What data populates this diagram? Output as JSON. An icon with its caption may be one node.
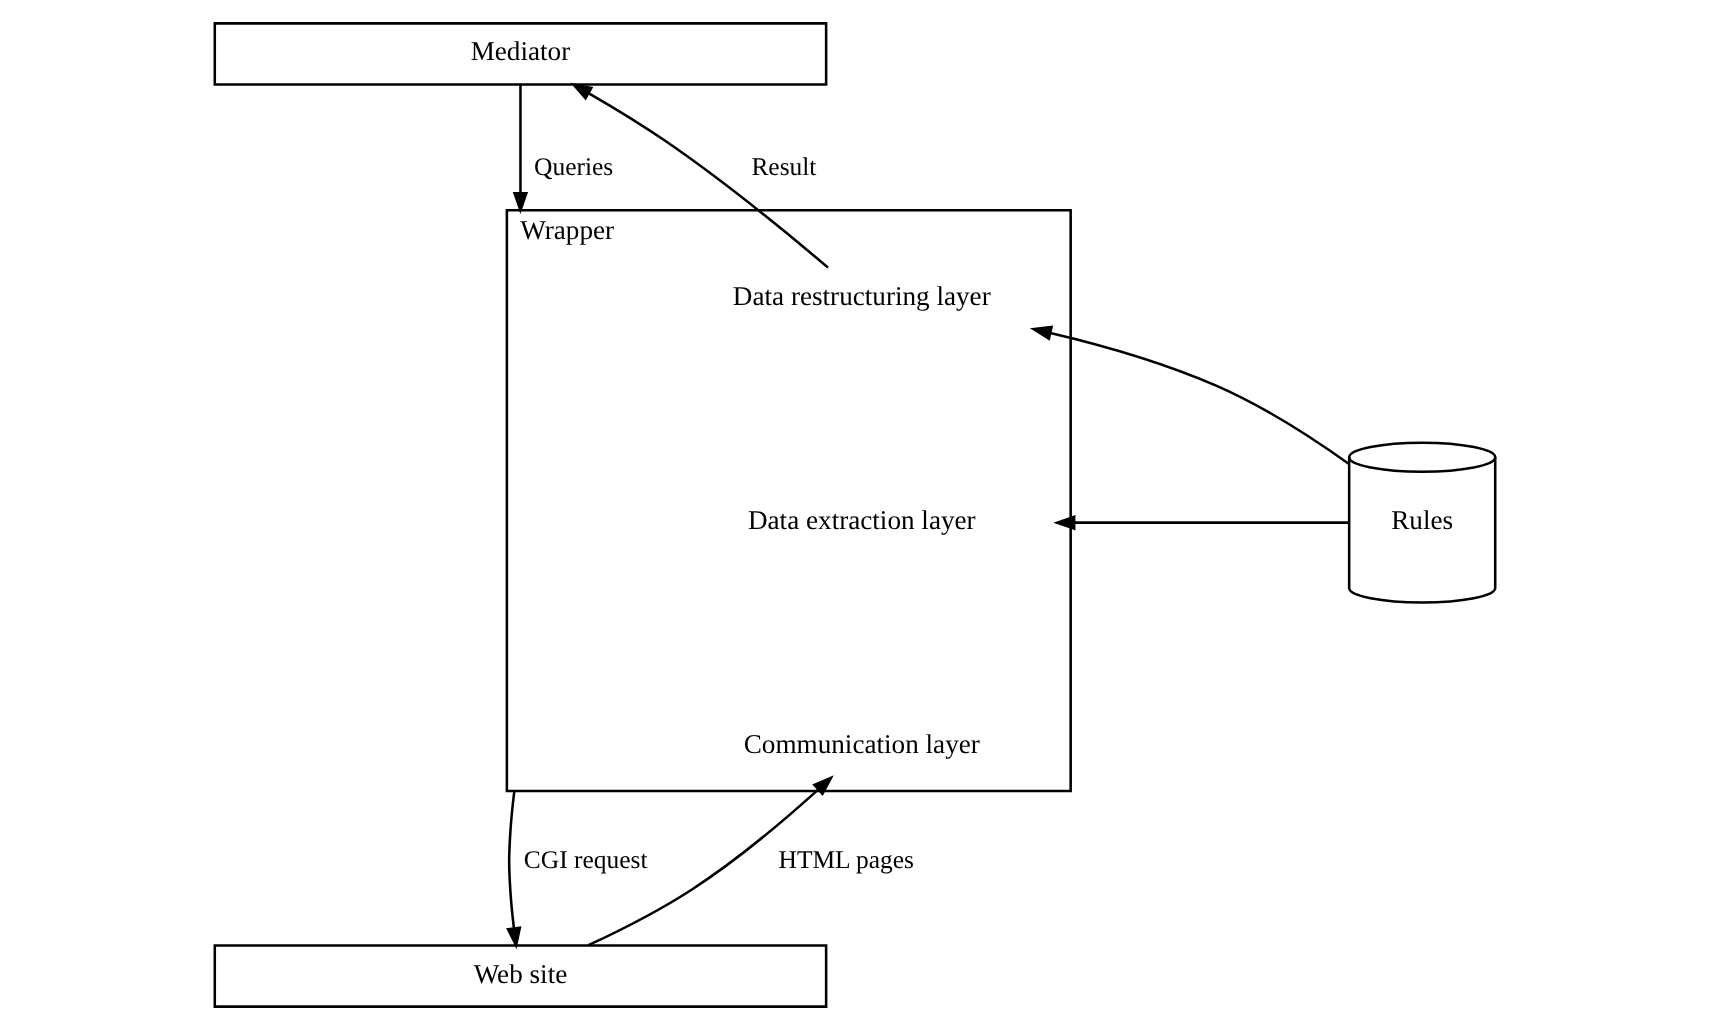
{
  "diagram": {
    "nodes": [
      {
        "text": [
          "Mediator"
        ]
      },
      {
        "text": [
          "Wrapper"
        ]
      },
      {
        "text": [
          "Data restructuring layer"
        ],
        "in": 1
      },
      {
        "text": [
          "Data extraction layer"
        ],
        "in": 1
      },
      {
        "text": [
          "Communication layer"
        ],
        "in": 1
      },
      {
        "text": [
          "Rules"
        ]
      },
      {
        "text": [
          "Web site"
        ]
      }
    ],
    "edges": [
      {
        "from": 0,
        "to": 1,
        "arrow": "to",
        "label": "Queries"
      },
      {
        "from": 2,
        "to": 0,
        "arrow": "to",
        "label": "Result"
      },
      {
        "from": 1,
        "to": 6,
        "arrow": "to",
        "label": "CGI request"
      },
      {
        "from": 6,
        "to": 4,
        "arrow": "to",
        "label": "HTML pages"
      },
      {
        "from": 5,
        "to": 2,
        "arrow": "to"
      },
      {
        "from": 5,
        "to": 3,
        "arrow": "to"
      }
    ]
  }
}
